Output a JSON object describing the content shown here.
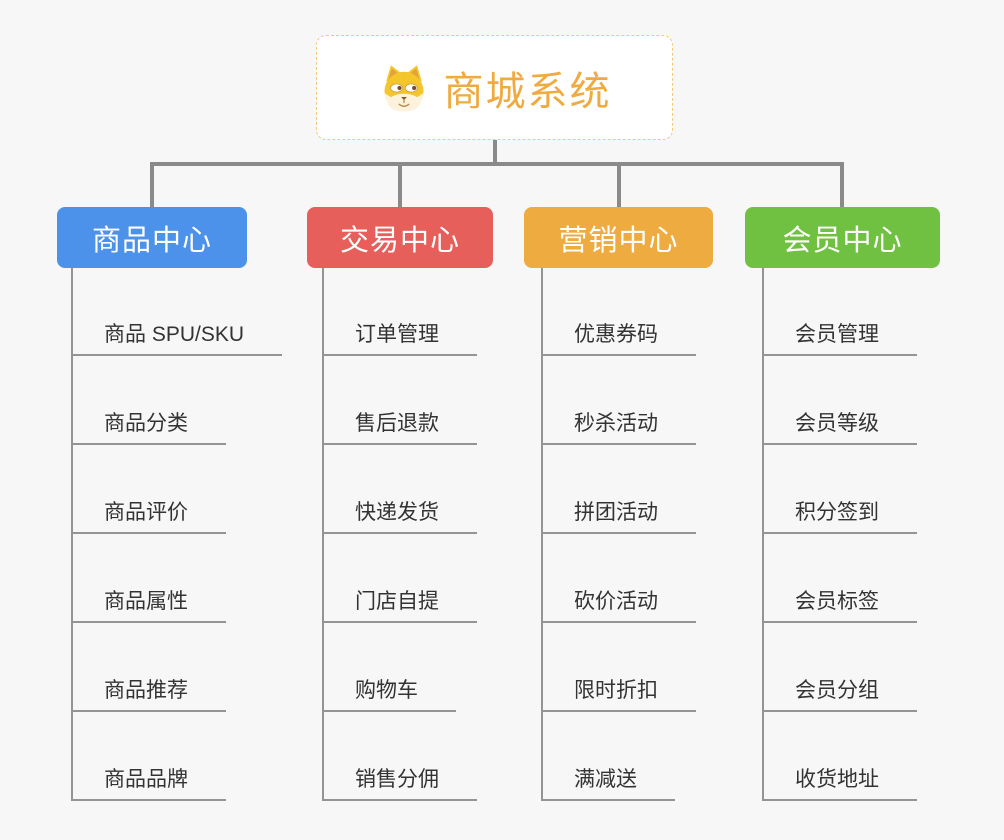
{
  "page": {
    "background": "#F7F7F7"
  },
  "root": {
    "title": "商城系统",
    "icon": "dog-face-icon",
    "text_color": "#EFAB42",
    "border_color": "#F3C87E"
  },
  "branches": [
    {
      "label": "商品中心",
      "color": "#4C92EB",
      "items": [
        "商品 SPU/SKU",
        "商品分类",
        "商品评价",
        "商品属性",
        "商品推荐",
        "商品品牌"
      ]
    },
    {
      "label": "交易中心",
      "color": "#E65F5B",
      "items": [
        "订单管理",
        "售后退款",
        "快递发货",
        "门店自提",
        "购物车",
        "销售分佣"
      ]
    },
    {
      "label": "营销中心",
      "color": "#EEAC40",
      "items": [
        "优惠券码",
        "秒杀活动",
        "拼团活动",
        "砍价活动",
        "限时折扣",
        "满减送"
      ]
    },
    {
      "label": "会员中心",
      "color": "#70C142",
      "items": [
        "会员管理",
        "会员等级",
        "积分签到",
        "会员标签",
        "会员分组",
        "收货地址"
      ]
    }
  ],
  "lines": {
    "connector_color": "#8A8A8A",
    "item_line_color": "#949494",
    "item_text_color": "#333333"
  }
}
